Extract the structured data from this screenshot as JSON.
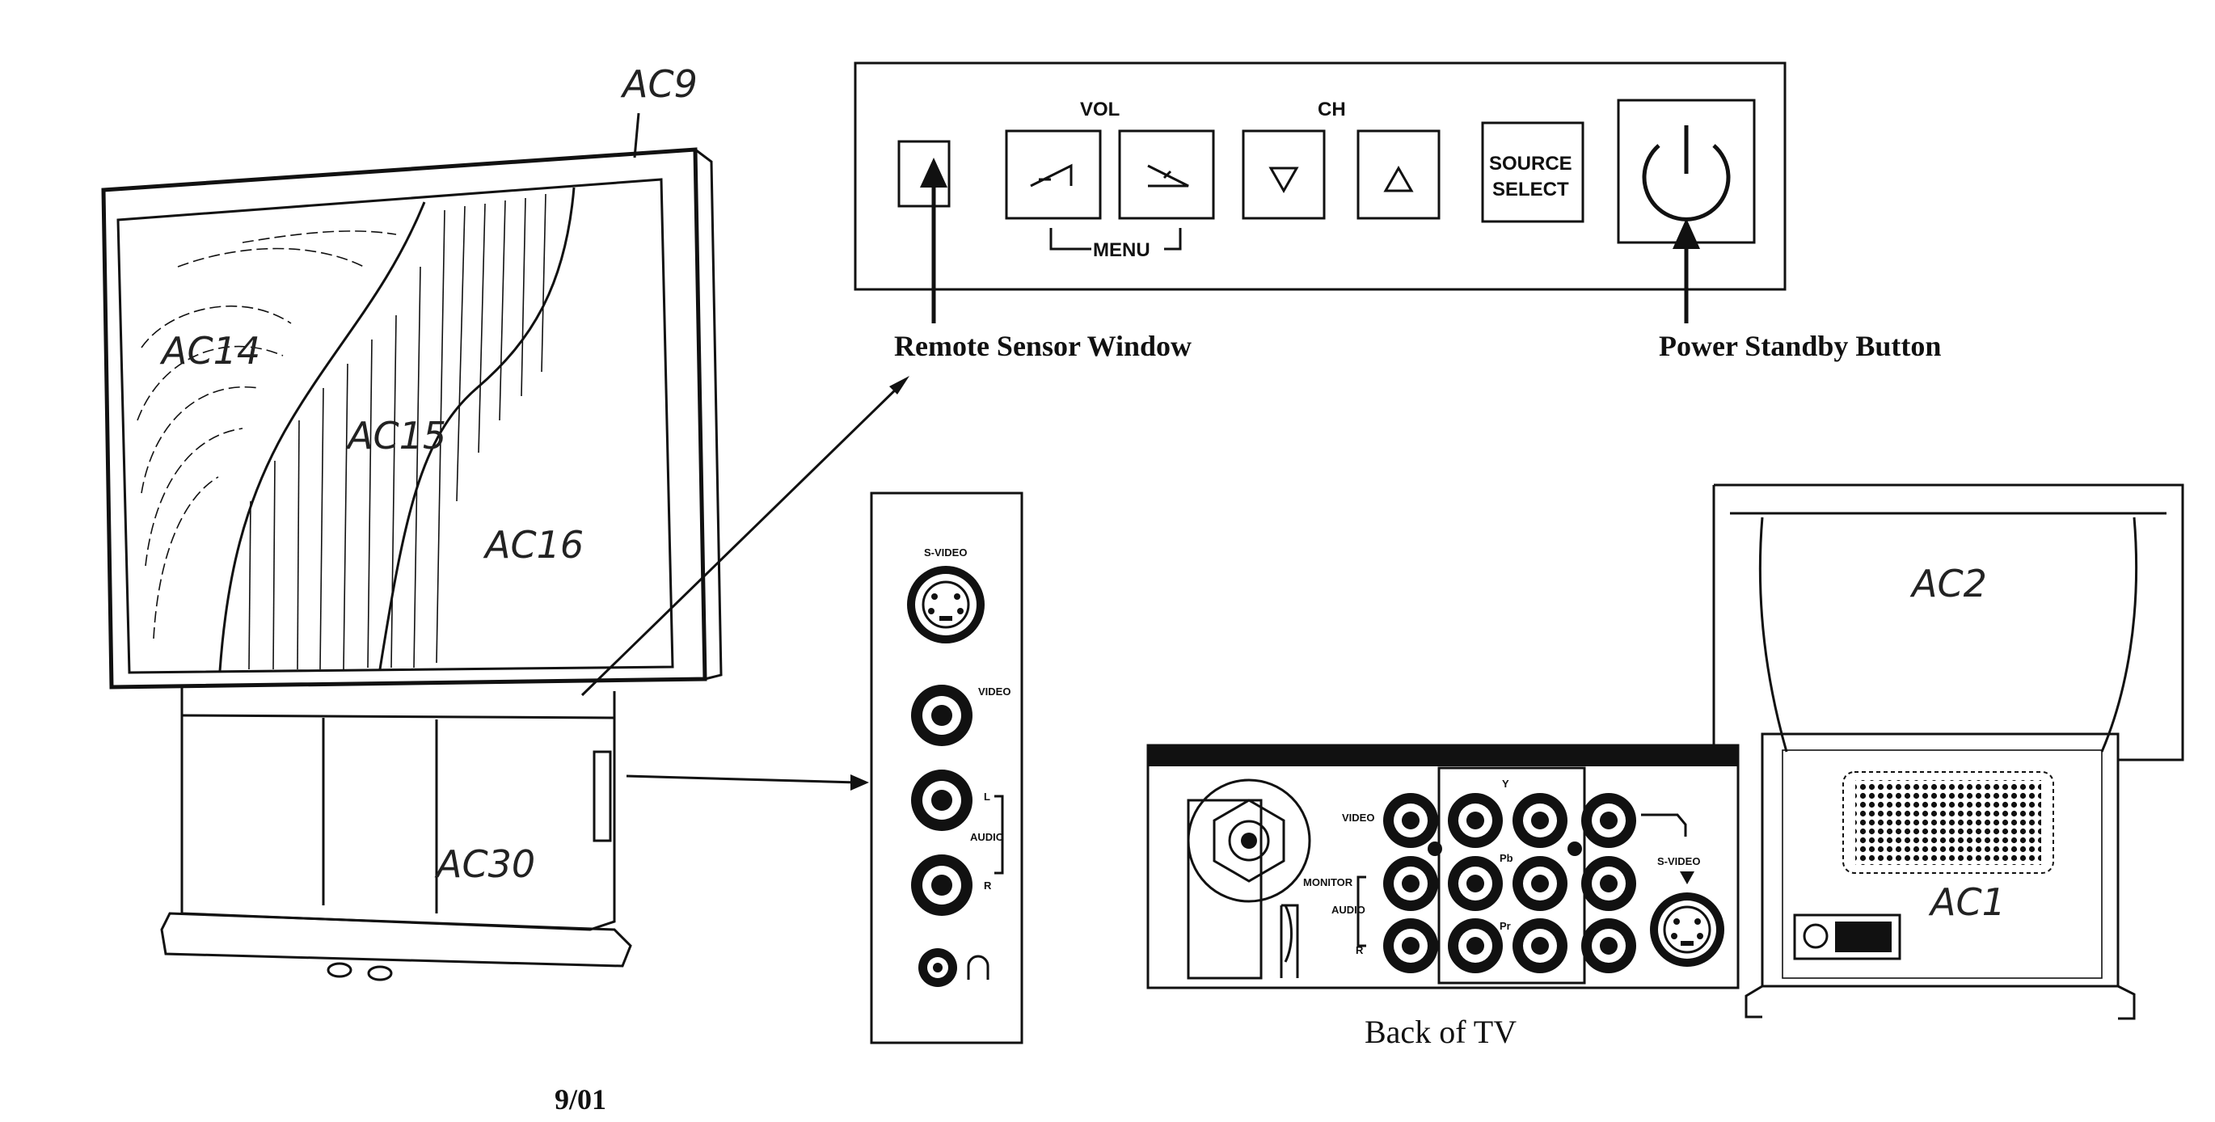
{
  "tv_labels": {
    "ac9": "AC9",
    "ac14": "AC14",
    "ac15": "AC15",
    "ac16": "AC16",
    "ac30": "AC30",
    "ac2": "AC2",
    "ac1": "AC1"
  },
  "control_panel": {
    "vol_label": "VOL",
    "ch_label": "CH",
    "menu_label": "MENU",
    "source_line1": "SOURCE",
    "source_line2": "SELECT",
    "remote_sensor_caption": "Remote Sensor Window",
    "power_caption": "Power Standby Button"
  },
  "side_panel": {
    "svideo_label": "S-VIDEO",
    "video_label": "VIDEO",
    "audio_label": "AUDIO",
    "l_label": "L",
    "r_label": "R"
  },
  "back_panel": {
    "caption": "Back of TV",
    "video_label": "VIDEO",
    "monitor_label": "MONITOR",
    "audio_label": "AUDIO",
    "r_label": "R",
    "y_label": "Y",
    "pb_label": "Pb",
    "pr_label": "Pr",
    "svideo_label": "S-VIDEO"
  },
  "date_mark": "9/01"
}
